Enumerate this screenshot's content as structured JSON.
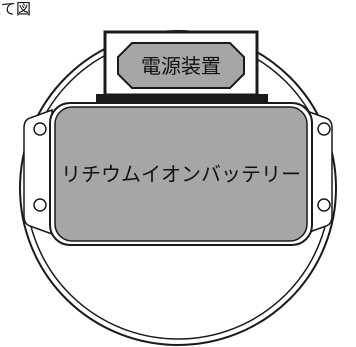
{
  "caption": "立て図",
  "power_unit": {
    "label": "電源装置"
  },
  "battery": {
    "label": "リチウムイオンバッテリー"
  },
  "colors": {
    "outline": "#1a1a1a",
    "fill_gray": "#a6a6a6",
    "background": "#ffffff"
  }
}
